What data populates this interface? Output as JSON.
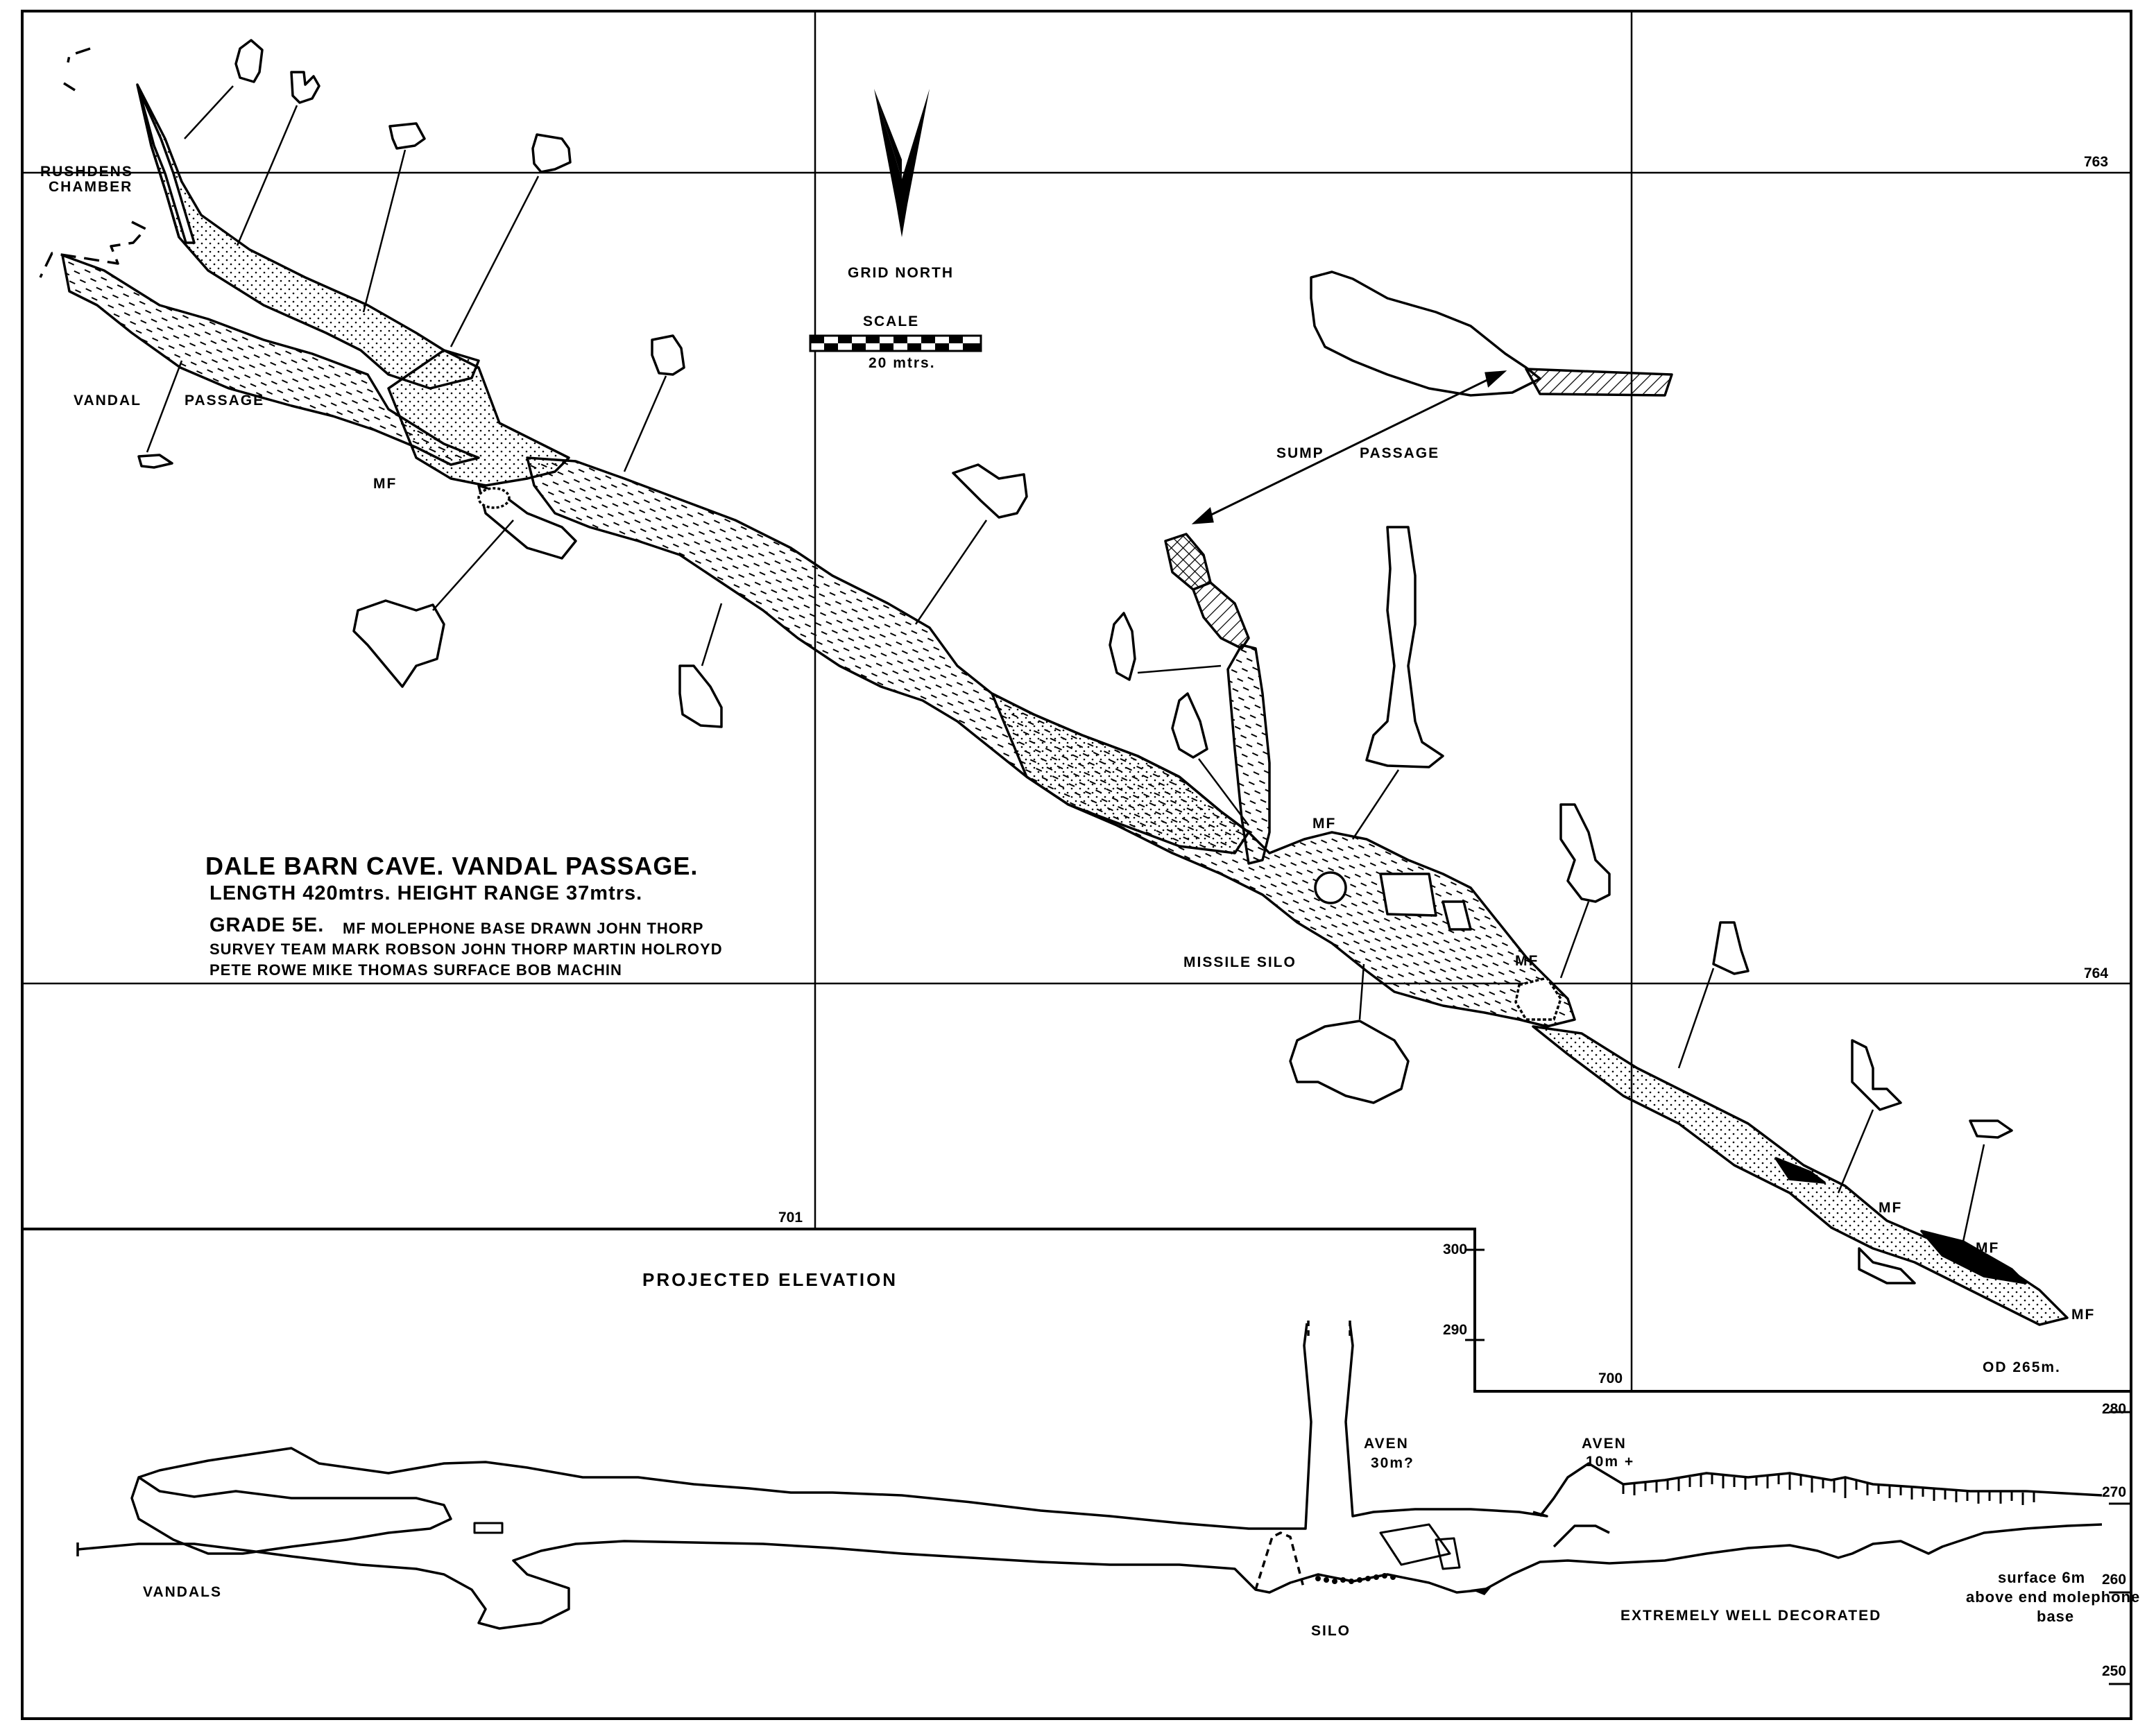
{
  "title": {
    "main": "DALE BARN CAVE. VANDAL PASSAGE.",
    "length_line": "LENGTH 420mtrs. HEIGHT RANGE 37mtrs.",
    "grade_prefix": "GRADE 5E.",
    "grade_rest": "MF  MOLEPHONE BASE  DRAWN  JOHN THORP",
    "survey_line": "SURVEY TEAM  MARK ROBSON  JOHN THORP  MARTIN HOLROYD",
    "team_line": "PETE ROWE  MIKE THOMAS  SURFACE  BOB MACHIN"
  },
  "north": {
    "label": "GRID NORTH"
  },
  "scale": {
    "label": "SCALE",
    "length": "20 mtrs."
  },
  "grid": {
    "easting_701": "701",
    "easting_700": "700",
    "northing_763": "763",
    "northing_764": "764"
  },
  "plan_labels": {
    "rushdens_1": "RUSHDENS",
    "rushdens_2": "CHAMBER",
    "vandal": "VANDAL",
    "passage": "PASSAGE",
    "mf_1": "MF",
    "mf_2": "MF",
    "mf_3": "MF",
    "mf_4": "MF",
    "mf_5": "MF",
    "mf_6": "MF",
    "sump": "SUMP",
    "sump_passage": "PASSAGE",
    "missile_silo": "MISSILE SILO",
    "od": "OD 265m."
  },
  "elevation": {
    "title": "PROJECTED ELEVATION",
    "h300": "300",
    "h290": "290",
    "h280": "280",
    "h270": "270",
    "h260": "260",
    "h250": "250",
    "aven1": "AVEN",
    "aven1_h": "30m?",
    "aven2": "AVEN",
    "aven2_h": "10m +",
    "vandals": "VANDALS",
    "silo": "SILO",
    "decorated": "EXTREMELY WELL DECORATED",
    "surface_1": "surface 6m",
    "surface_2": "above end molephone",
    "surface_3": "base"
  }
}
